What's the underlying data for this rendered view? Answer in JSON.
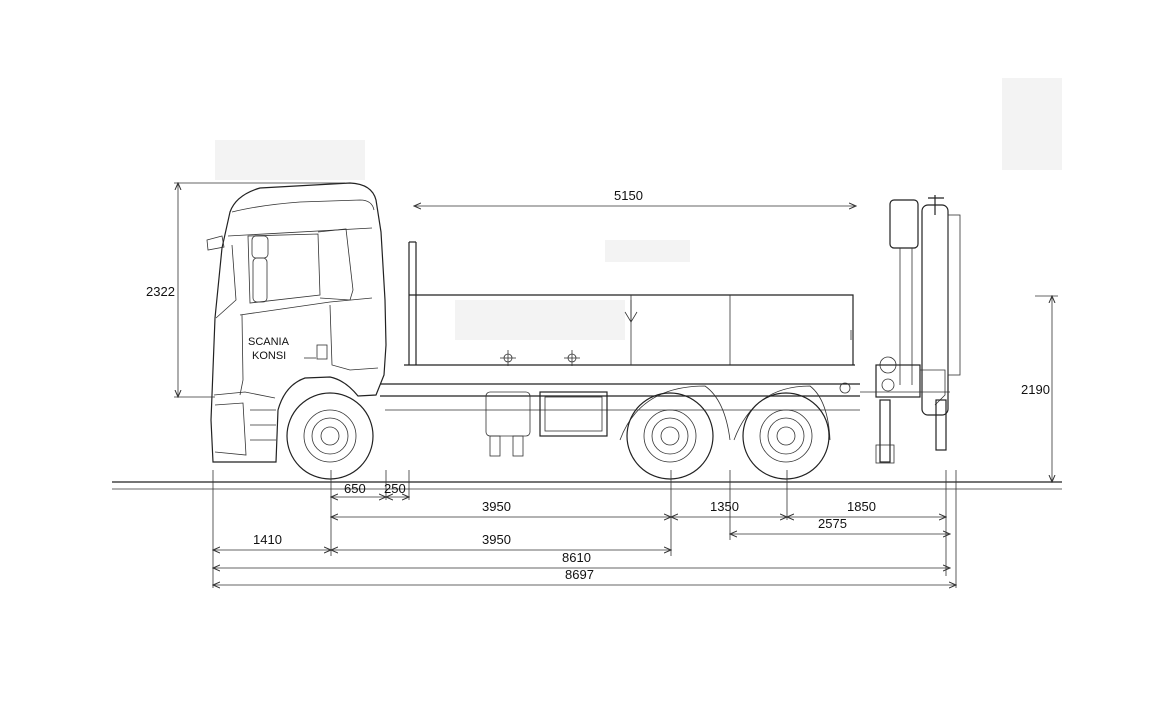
{
  "cab_text": {
    "line1": "SCANIA",
    "line2": "KONSI"
  },
  "dimensions": {
    "body_length": "5150",
    "cab_height": "2322",
    "crane_height": "2190",
    "front_axle_offset": "650",
    "small_gap": "250",
    "wheelbase_1": "3950",
    "axle_spacing": "1350",
    "rear_to_crane": "1850",
    "rear_overhang": "2575",
    "front_overhang": "1410",
    "wheelbase_2": "3950",
    "overall_body": "8610",
    "overall_length": "8697"
  }
}
